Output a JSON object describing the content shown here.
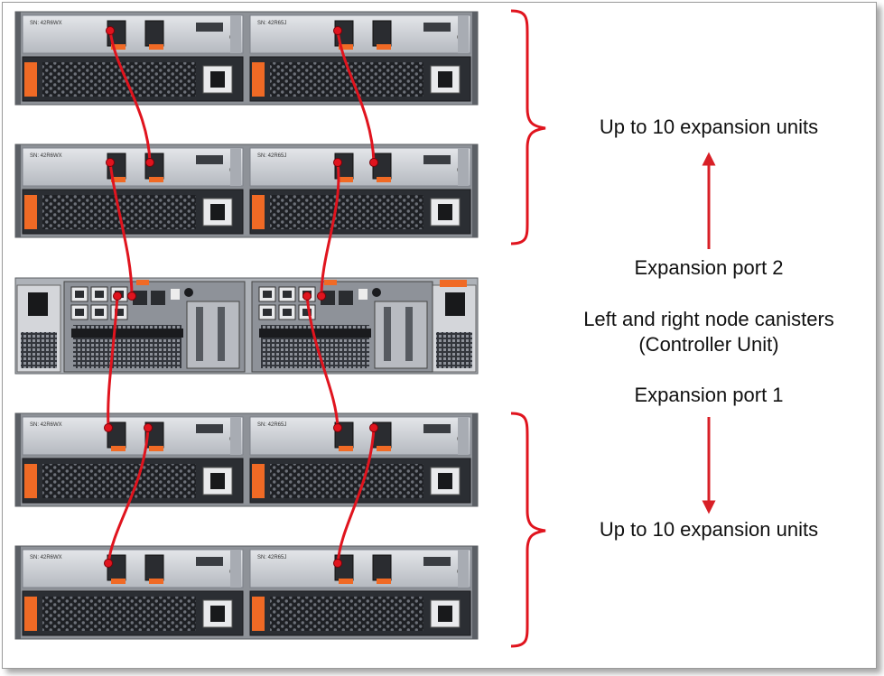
{
  "labels": {
    "top_group": "Up to 10 expansion units",
    "port2": "Expansion port 2",
    "canister_line1": "Left and right node canisters",
    "canister_line2": "(Controller Unit)",
    "port1": "Expansion port 1",
    "bottom_group": "Up to 10 expansion units"
  },
  "serials": {
    "left": "SN: 42R6WX",
    "right": "SN: 42R65J"
  },
  "colors": {
    "cable": "#e0141e",
    "arrow": "#d81f26",
    "bracket": "#e0141e",
    "chassis": "#c9ccd2",
    "chassis_dark": "#2d3036",
    "latch": "#f06a25"
  },
  "icons": [
    "arrow-up-icon",
    "arrow-down-icon",
    "curly-bracket-icon"
  ]
}
